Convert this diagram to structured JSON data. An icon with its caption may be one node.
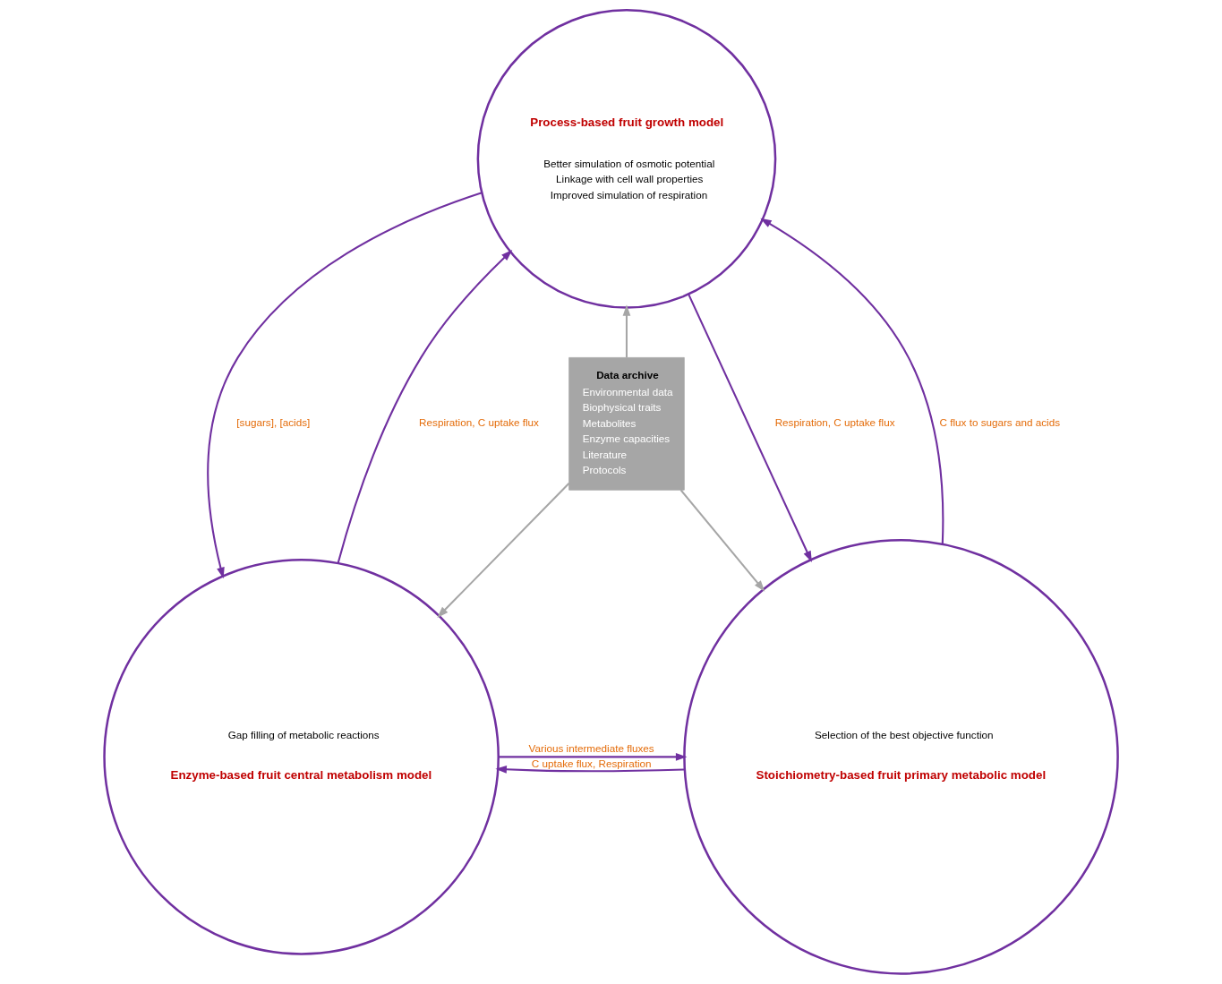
{
  "diagram": {
    "nodes": [
      {
        "text": [
          "Process-based fruit growth model",
          "Better simulation of osmotic potential",
          "Linkage with cell wall properties",
          "Improved simulation of respiration"
        ]
      },
      {
        "text": [
          "Gap filling of metabolic reactions",
          "Enzyme-based fruit central metabolism model"
        ]
      },
      {
        "text": [
          "Selection of the best objective function",
          "Stoichiometry-based fruit primary metabolic model"
        ]
      },
      {
        "text": [
          "Data archive",
          "Environmental data",
          "Biophysical traits",
          "Metabolites",
          "Enzyme capacities",
          "Literature",
          "Protocols"
        ]
      }
    ],
    "edges": [
      {
        "from": 0,
        "to": 1,
        "arrow": "to",
        "label": "[sugars], [acids]"
      },
      {
        "from": 1,
        "to": 0,
        "arrow": "to",
        "label": "Respiration, C uptake flux"
      },
      {
        "from": 0,
        "to": 2,
        "arrow": "to",
        "label": "Respiration, C uptake flux"
      },
      {
        "from": 2,
        "to": 0,
        "arrow": "to",
        "label": "C flux to sugars and acids"
      },
      {
        "from": 2,
        "to": 1,
        "arrow": "to",
        "label": "C uptake flux, Respiration"
      },
      {
        "from": 1,
        "to": 2,
        "arrow": "to",
        "label": "Various intermediate fluxes"
      },
      {
        "from": 3,
        "to": 0,
        "arrow": "to",
        "color": "#a6a6a6"
      },
      {
        "from": 3,
        "to": 1,
        "arrow": "to",
        "color": "#a6a6a6"
      },
      {
        "from": 3,
        "to": 2,
        "arrow": "to",
        "color": "#a6a6a6"
      }
    ]
  }
}
